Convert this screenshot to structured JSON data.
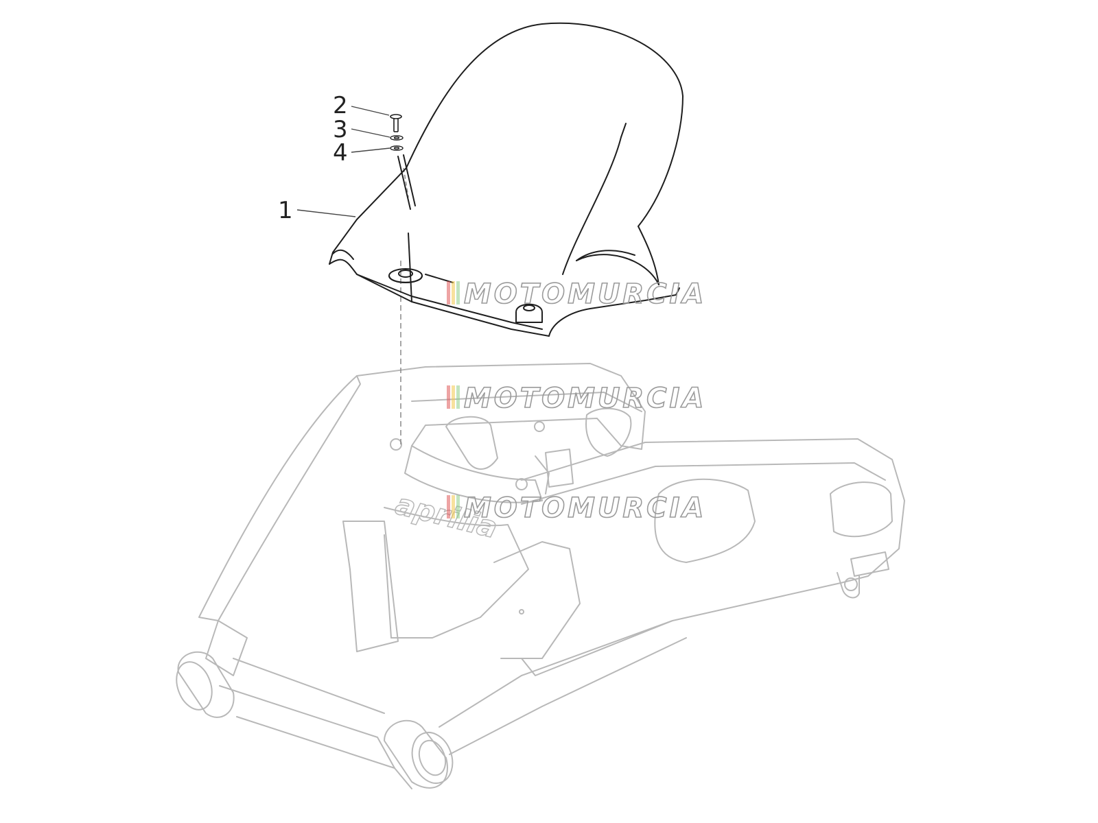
{
  "diagram": {
    "callouts": [
      {
        "id": "1",
        "label": "1"
      },
      {
        "id": "2",
        "label": "2"
      },
      {
        "id": "3",
        "label": "3"
      },
      {
        "id": "4",
        "label": "4"
      }
    ],
    "brand_mark": "aprilia",
    "watermark": "MOTOMURCIA",
    "colors": {
      "part_line": "#1e1e1e",
      "ghost_line": "#b8b8b8",
      "leader_line": "#444444",
      "watermark_stroke": "#9a9a9a",
      "watermark_stripes": [
        "#e05a5a",
        "#f2c94c",
        "#8fce8a"
      ]
    }
  }
}
